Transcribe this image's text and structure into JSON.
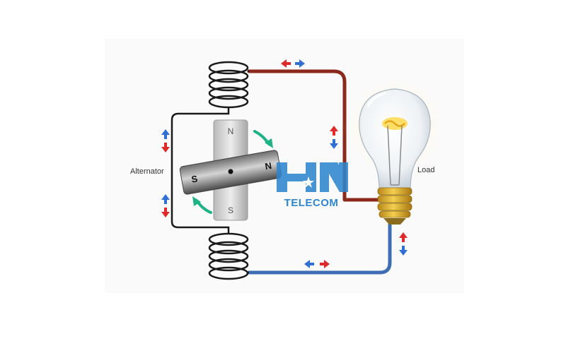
{
  "diagram": {
    "labels": {
      "alternator": "Alternator",
      "load": "Load"
    },
    "magnet": {
      "stator_top_pole": "N",
      "stator_bottom_pole": "S",
      "rotor_pole_left": "S",
      "rotor_pole_right": "N"
    },
    "watermark": {
      "text": "TELECOM",
      "logo_letters": "HN"
    },
    "colors": {
      "top_wire": "#8b2a1c",
      "bottom_wire": "#3e6db3",
      "coil_wire": "#1a1a1a",
      "arrow_red": "#e02a2a",
      "arrow_blue": "#2f6fd6",
      "rotation_arrow": "#1db387",
      "watermark": "#2f86cf",
      "bulb_glow": "#ffe27a",
      "bulb_base": "#d9a521"
    },
    "icons": [
      "current-direction-arrow-icon",
      "rotation-arrow-icon",
      "light-bulb-icon",
      "coil-icon",
      "bar-magnet-icon"
    ]
  }
}
